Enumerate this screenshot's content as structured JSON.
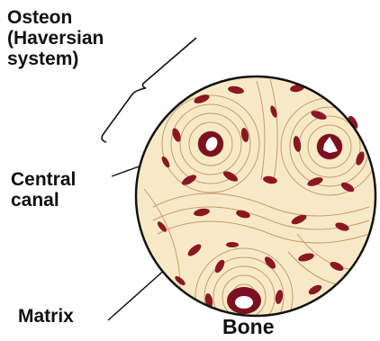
{
  "labels": {
    "osteon_line1": "Osteon",
    "osteon_line2": "(Haversian",
    "osteon_line3": "system)",
    "central_line1": "Central",
    "central_line2": "canal",
    "matrix": "Matrix",
    "bone": "Bone"
  },
  "colors": {
    "matrix_fill": "#f8e9c6",
    "lamellae_line": "#c59a70",
    "lacunae": "#8a1722",
    "canal_ring": "#7a1020",
    "outline": "#111111"
  }
}
